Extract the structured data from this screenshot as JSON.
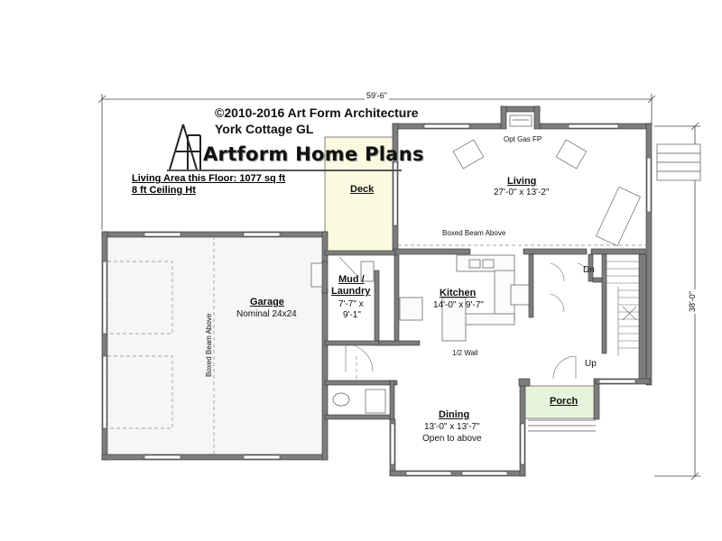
{
  "header": {
    "copyright": "©2010-2016 Art Form Architecture",
    "plan_name": "York Cottage GL",
    "brand": "Artform Home Plans"
  },
  "info": {
    "living_area": "Living Area this Floor: 1077 sq ft",
    "ceiling": "8 ft Ceiling Ht"
  },
  "dimensions": {
    "overall_width": "59'-6\"",
    "overall_depth": "38'-0\""
  },
  "rooms": {
    "deck": {
      "name": "Deck"
    },
    "living": {
      "name": "Living",
      "size": "27'-0\" x 13'-2\""
    },
    "kitchen": {
      "name": "Kitchen",
      "size": "14'-0\" x 9'-7\""
    },
    "mud": {
      "name_line1": "Mud /",
      "name_line2": "Laundry",
      "size_line1": "7'-7\" x",
      "size_line2": "9'-1\""
    },
    "garage": {
      "name": "Garage",
      "size": "Nominal 24x24"
    },
    "dining": {
      "name": "Dining",
      "size": "13'-0\" x 13'-7\"",
      "note": "Open to above"
    },
    "porch": {
      "name": "Porch"
    }
  },
  "notes": {
    "gas_fp": "Opt Gas FP",
    "boxed_beam": "Boxed Beam Above",
    "garage_beam": "Boxed Beam Above",
    "half_wall": "1/2 Wall",
    "stair_down": "Dn",
    "stair_up": "Up"
  },
  "colors": {
    "wall": "#7d7d7d",
    "wall_edge": "#333333",
    "deck_fill": "#fafae0",
    "porch_fill": "#e6f4dc",
    "garage_fill": "#f5f5f5"
  }
}
